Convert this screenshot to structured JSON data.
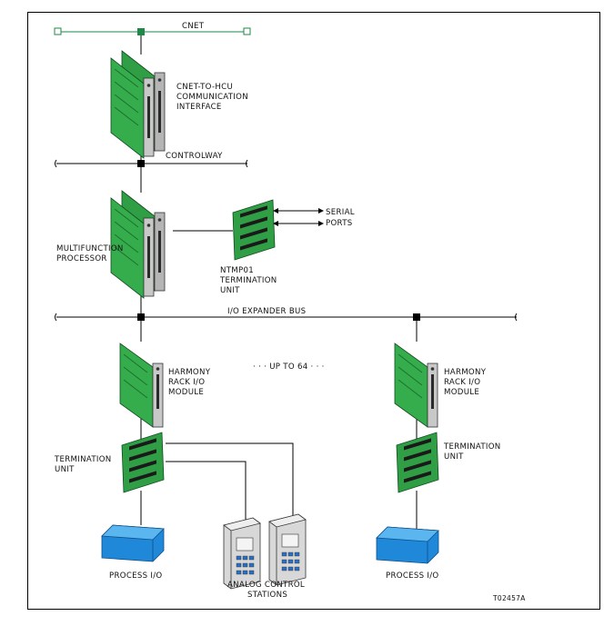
{
  "labels": {
    "cnet": "CNET",
    "cnet_hcu": [
      "CNET-TO-HCU",
      "COMMUNICATION",
      "INTERFACE"
    ],
    "controlway": "CONTROLWAY",
    "serial_ports": [
      "SERIAL",
      "PORTS"
    ],
    "multifunction": [
      "MULTIFUNCTION",
      "PROCESSOR"
    ],
    "ntmp": [
      "NTMP01",
      "TERMINATION",
      "UNIT"
    ],
    "io_bus": "I/O EXPANDER BUS",
    "up_to": "· · · UP TO 64 · · ·",
    "harmony_left": [
      "HARMONY",
      "RACK I/O",
      "MODULE"
    ],
    "harmony_right": [
      "HARMONY",
      "RACK I/O",
      "MODULE"
    ],
    "term_left": [
      "TERMINATION",
      "UNIT"
    ],
    "term_right": [
      "TERMINATION",
      "UNIT"
    ],
    "process_left": "PROCESS I/O",
    "process_right": "PROCESS I/O",
    "analog": [
      "ANALOG CONTROL",
      "STATIONS"
    ],
    "figure_id": "T02457A"
  },
  "colors": {
    "board_green": "#2f9e44",
    "board_dark": "#1e6e2e",
    "chip_black": "#1a1a1a",
    "bracket_gray": "#b9b9b9",
    "cnet_green": "#1e8a4a",
    "process_blue": "#1f88d8",
    "station_gray": "#d6d6d6",
    "line": "#000000"
  },
  "icons": [
    "cnet-node-icon",
    "circuit-card-icon",
    "termination-board-icon",
    "process-io-box-icon",
    "control-station-icon"
  ]
}
